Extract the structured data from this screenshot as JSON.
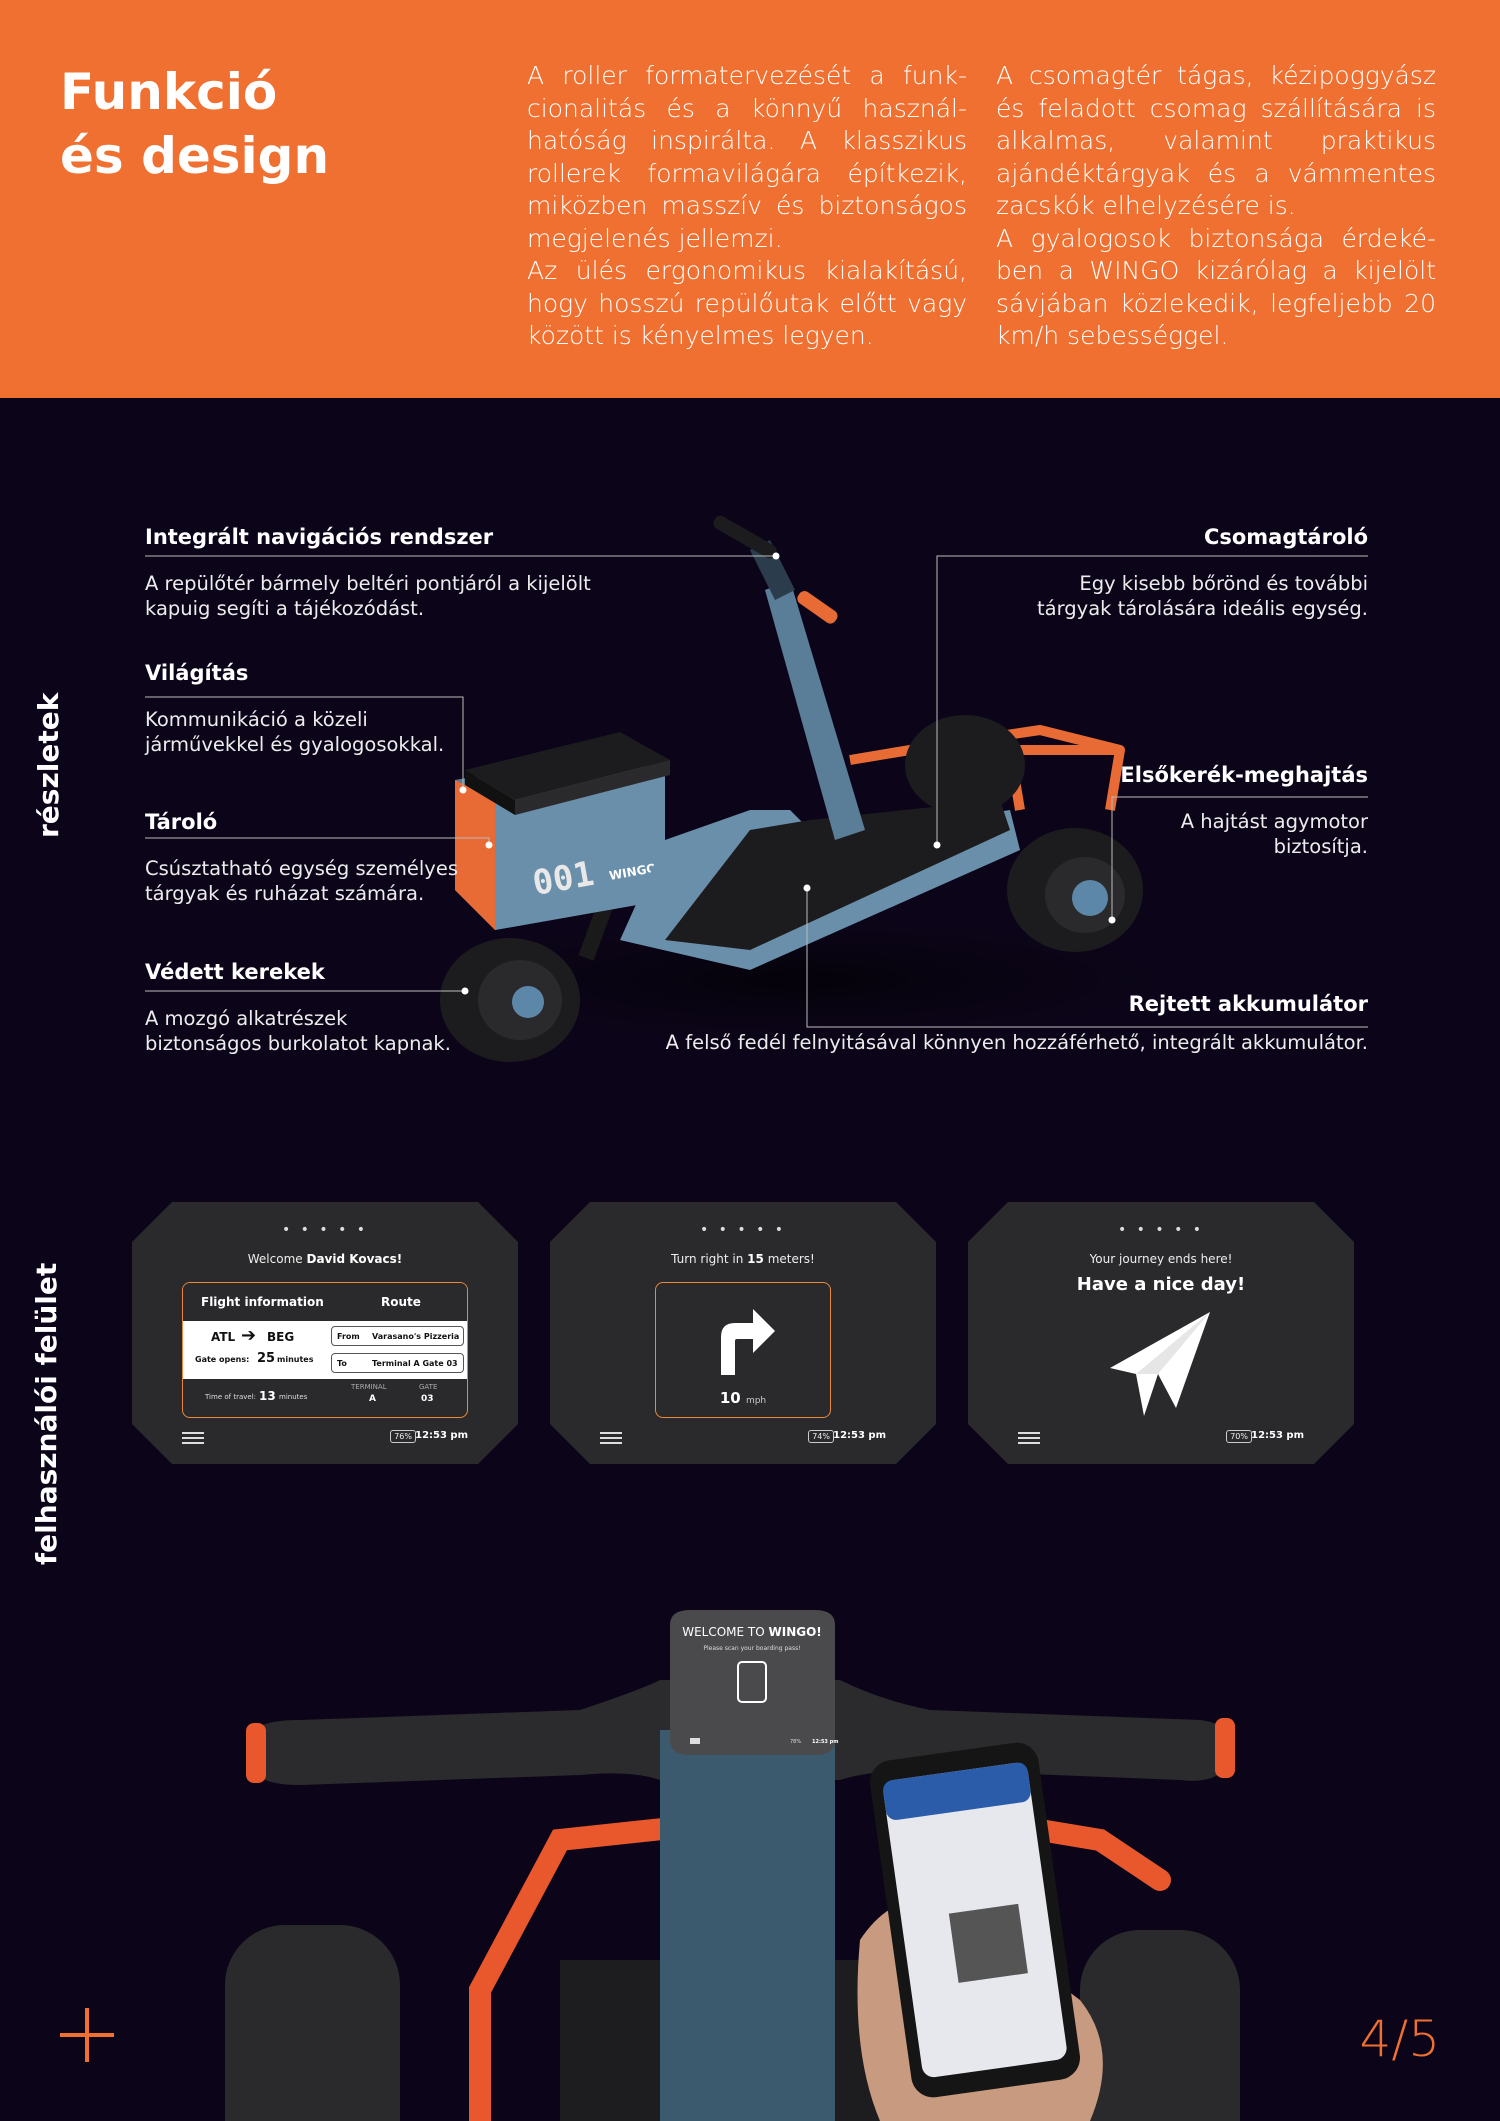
{
  "header": {
    "title_line1": "Funkció",
    "title_line2": "és design",
    "col1_p1": "A roller formatervezését a funk-cionalitás és a könnyű használ-hatóság inspirálta. A klasszikus rollerek formavilágára építkezik, miközben masszív és biztonságos megjelenés jellemzi.",
    "col1_p2": "Az ülés ergonomikus kialakítású, hogy hosszú repülőutak előtt vagy között is kényelmes legyen.",
    "col2_p1": "A csomagtér tágas, kézipoggyász és feladott csomag szállítására is alkalmas, valamint praktikus ajándéktárgyak és a vámmentes zacskók elhelyzésére is.",
    "col2_p2": "A gyalogosok biztonsága érdeké-ben a WINGO kizárólag a kijelölt sávjában közlekedik, legfeljebb 20 km/h sebességgel."
  },
  "sections": {
    "details": "részletek",
    "ui": "felhasználói felület"
  },
  "scooter": {
    "number": "001",
    "brand": "WINGO"
  },
  "features": [
    {
      "title": "Integrált navigációs rendszer",
      "desc1": "A repülőtér bármely beltéri pontjáról a kijelölt",
      "desc2": "kapuig segíti a tájékozódást."
    },
    {
      "title": "Világítás",
      "desc1": "Kommunikáció a közeli",
      "desc2": "járművekkel és gyalogosokkal."
    },
    {
      "title": "Tároló",
      "desc1": "Csúsztatható egység személyes",
      "desc2": "tárgyak és ruházat számára."
    },
    {
      "title": "Védett kerekek",
      "desc1": "A mozgó alkatrészek",
      "desc2": "biztonságos burkolatot kapnak."
    },
    {
      "title": "Csomagtároló",
      "desc1": "Egy kisebb bőrönd és további",
      "desc2": "tárgyak tárolására ideális egység."
    },
    {
      "title": "Elsőkerék-meghajtás",
      "desc1": "A hajtást agymotor",
      "desc2": "biztosítja."
    },
    {
      "title": "Rejtett akkumulátor",
      "desc1": "A felső fedél felnyitásával könnyen hozzáférhető, integrált akkumulátor."
    }
  ],
  "screens": {
    "dots": "• • • • •",
    "s1": {
      "welcome": "Welcome ",
      "user": "David Kovacs!",
      "flight_info": "Flight information",
      "route": "Route",
      "from_code": "ATL",
      "to_code": "BEG",
      "gate_opens": "Gate opens:",
      "gate_minutes": "25",
      "minutes": "minutes",
      "from_label": "From",
      "from_value": "Varasano's Pizzeria",
      "to_label": "To",
      "to_value": "Terminal A Gate 03",
      "time_travel": "Time of travel:",
      "travel_minutes": "13",
      "terminal_label": "TERMINAL",
      "terminal_value": "A",
      "gate_label": "GATE",
      "gate_value": "03",
      "battery": "76%",
      "time": "12:53 pm"
    },
    "s2": {
      "text_a": "Turn right in ",
      "text_b": "15",
      "text_c": " meters!",
      "speed": "10",
      "unit": "mph",
      "battery": "74%",
      "time": "12:53 pm"
    },
    "s3": {
      "text": "Your journey ends here!",
      "big": "Have a nice day!",
      "battery": "70%",
      "time": "12:53 pm"
    }
  },
  "photo": {
    "welcome_a": "WELCOME TO ",
    "welcome_b": "WINGO!",
    "scan": "Please scan your boarding pass!",
    "battery": "78%",
    "time": "12:53 pm"
  },
  "page": "4/5",
  "colors": {
    "accent": "#ef7030",
    "background": "#0c0519"
  }
}
